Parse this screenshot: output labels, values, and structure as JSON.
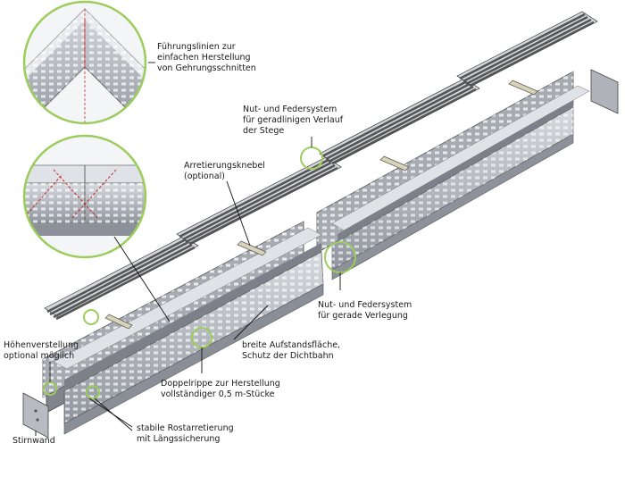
{
  "labels": {
    "guide_lines": {
      "l1": "Führungslinien zur",
      "l2": "einfachen Herstellung",
      "l3": "von Gehrungsschnitten"
    },
    "tongue_groove_webs": {
      "l1": "Nut- und Federsystem",
      "l2": "für geradlinigen Verlauf",
      "l3": "der Stege"
    },
    "locking_toggle": {
      "l1": "Arretierungsknebel",
      "l2": "(optional)"
    },
    "tongue_groove_laying": {
      "l1": "Nut- und Federsystem",
      "l2": "für gerade Verlegung"
    },
    "wide_base": {
      "l1": "breite Aufstandsfläche,",
      "l2": "Schutz der Dichtbahn"
    },
    "height_adjust": {
      "l1": "Höhenverstellung",
      "l2": "optional möglich"
    },
    "double_rib": {
      "l1": "Doppelrippe zur Herstellung",
      "l2": "vollständiger 0,5 m-Stücke"
    },
    "grate_lock": {
      "l1": "stabile Rostarretierung",
      "l2": "mit Längssicherung"
    },
    "end_wall": {
      "l1": "Stirnwand"
    }
  },
  "colors": {
    "callout_circle": "#9ccc5c",
    "steel_light": "#c4c8ce",
    "steel_mid": "#9ea3ab",
    "steel_dark": "#6d737c",
    "guide_line_red": "#c0272d"
  }
}
